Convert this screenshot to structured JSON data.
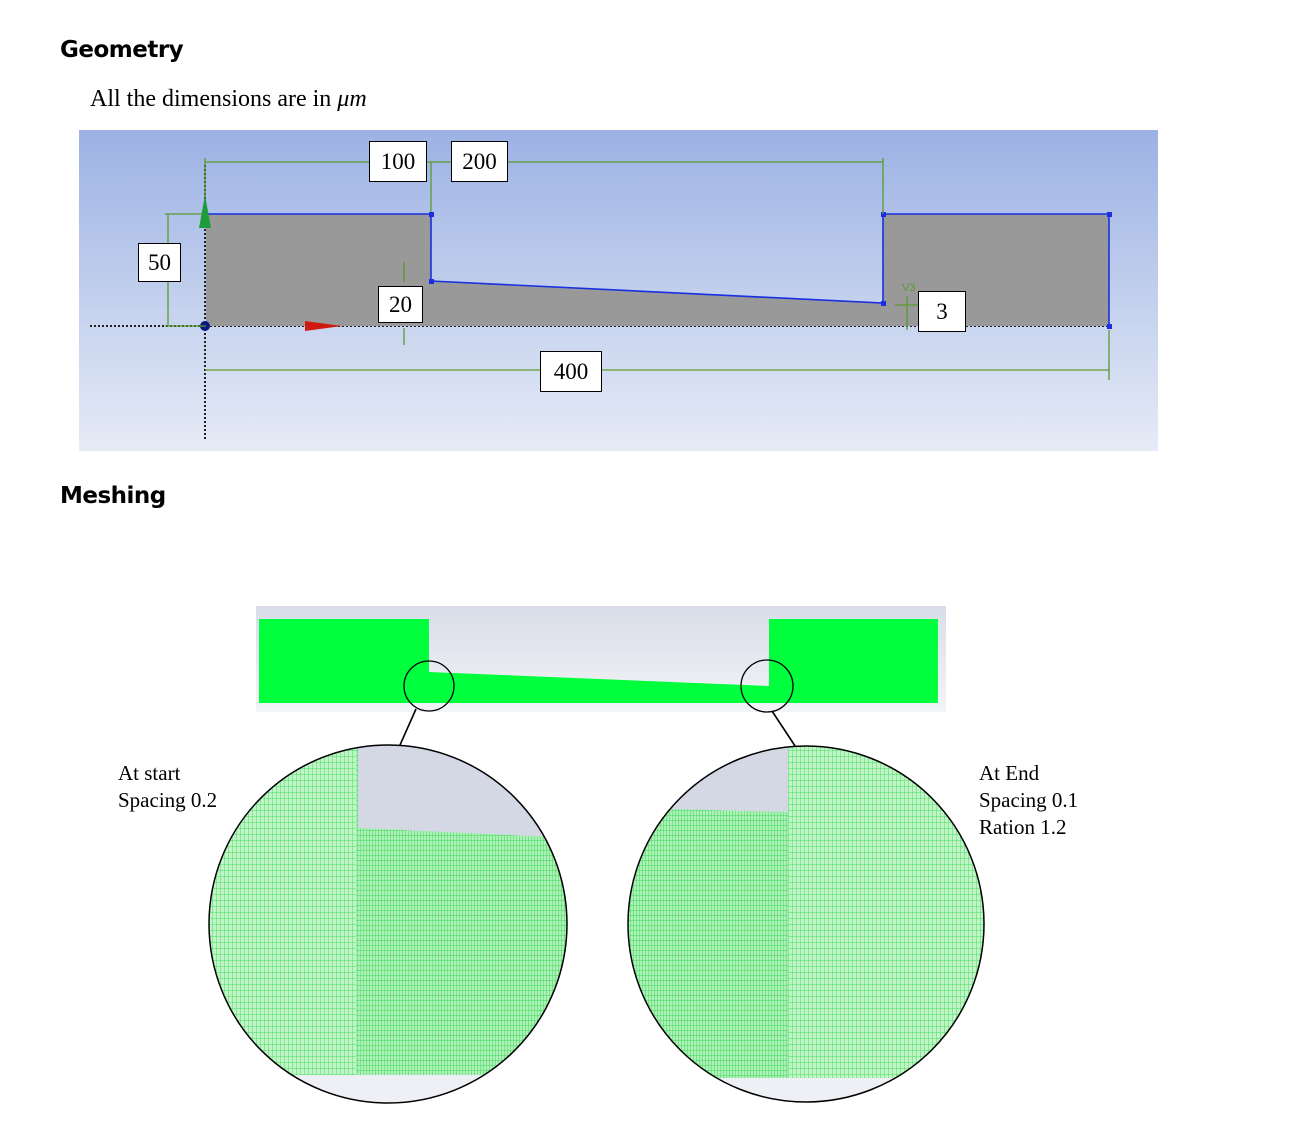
{
  "geometry": {
    "heading": "Geometry",
    "units_note": "All the dimensions are in",
    "units_symbol": "μm",
    "vertex_label": "V3",
    "dimensions": {
      "height": "50",
      "left_width": "100",
      "gap": "200",
      "step_height": "20",
      "total_length": "400",
      "outlet_height": "3"
    }
  },
  "meshing": {
    "heading": "Meshing",
    "start_note": [
      "At start",
      "Spacing 0.2"
    ],
    "end_note": [
      "At End",
      "Spacing 0.1",
      "Ration 1.2"
    ]
  },
  "colors": {
    "mesh_green": "#00ff3c",
    "solid_gray": "#999999",
    "edge_blue": "#1a2fe0",
    "dimension_green": "#5a9a2e"
  }
}
